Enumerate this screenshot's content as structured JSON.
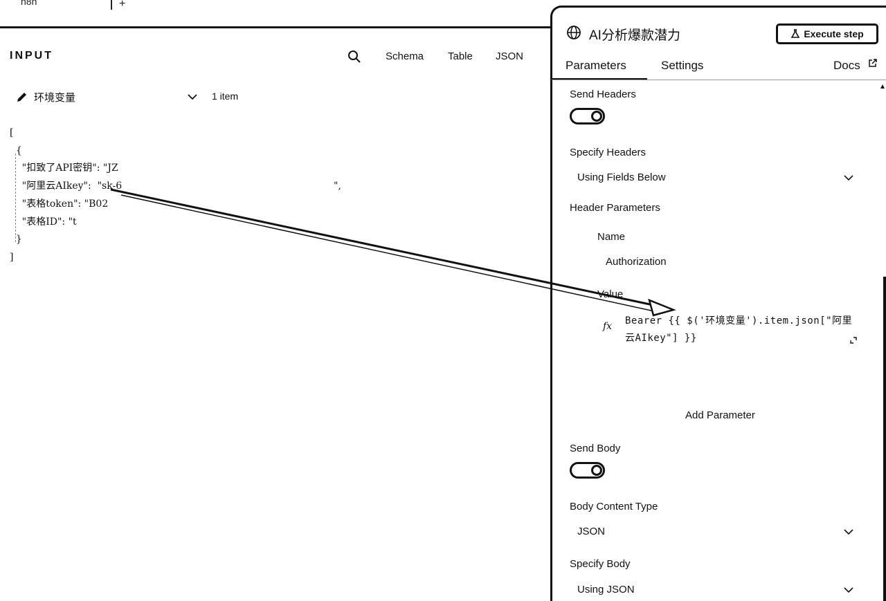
{
  "top_tab": {
    "label": "n8n",
    "add_label": "+"
  },
  "input_panel": {
    "title": "INPUT",
    "views": [
      "Schema",
      "Table",
      "JSON"
    ],
    "node_name": "环境变量",
    "item_count": "1 item",
    "json_lines": [
      "[",
      "  {",
      "    \"扣致了API密钥\": \"JZ",
      "    \"阿里云AIkey\":  \"sk-6",
      "    \"表格token\": \"B02",
      "    \"表格ID\": \"t",
      "  }",
      "]"
    ],
    "trailing_comma": "\","
  },
  "node_panel": {
    "title": "AI分析爆款潜力",
    "execute_label": "Execute step",
    "tabs": [
      "Parameters",
      "Settings"
    ],
    "docs_label": "Docs",
    "send_headers_label": "Send Headers",
    "send_headers_enabled": true,
    "specify_headers_label": "Specify Headers",
    "specify_headers_value": "Using Fields Below",
    "header_params_label": "Header Parameters",
    "name_label": "Name",
    "name_value": "Authorization",
    "value_label": "Value",
    "expression": "Bearer {{ $('环境变量').item.json[\"阿里云AIkey\"] }}",
    "add_parameter_label": "Add Parameter",
    "send_body_label": "Send Body",
    "send_body_enabled": true,
    "body_content_type_label": "Body Content Type",
    "body_content_type_value": "JSON",
    "specify_body_label": "Specify Body",
    "specify_body_value": "Using JSON"
  }
}
